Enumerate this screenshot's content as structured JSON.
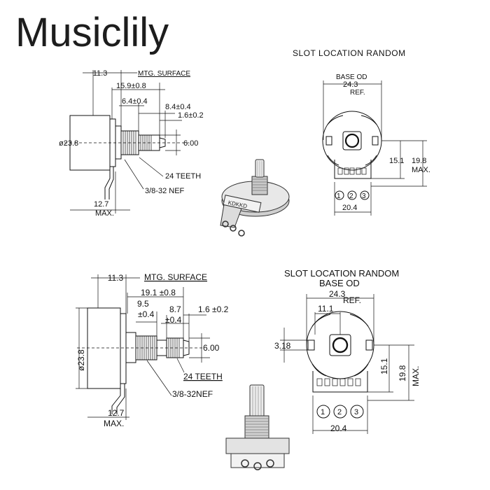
{
  "brand": "Musiclily",
  "top": {
    "slot_title": "SLOT  LOCATION  RANDOM",
    "dim_11_3": "11.3",
    "mtg_surface": "MTG. SURFACE",
    "dim_15_9": "15.9±0.8",
    "dim_6_4": "6.4±0.4",
    "dim_8_4": "8.4±0.4",
    "dim_1_6": "1.6±0.2",
    "dim_dia": "ø23.8",
    "dim_6_00": "6.00",
    "teeth": "24 TEETH",
    "thread": "3/8-32 NEF",
    "dim_12_7": "12.7",
    "max1": "MAX.",
    "base_od": "BASE OD",
    "dim_24_3": "24.3",
    "ref": "REF.",
    "dim_15_1": "15.1",
    "dim_19_8": "19.8",
    "max2": "MAX.",
    "dim_20_4": "20.4",
    "pins": [
      "1",
      "2",
      "3"
    ]
  },
  "bottom": {
    "slot_title": "SLOT LOCATION RANDOM",
    "dim_11_3": "11.3",
    "mtg_surface": "MTG. SURFACE",
    "dim_19_1": "19.1 ±0.8",
    "dim_9_5": "9.5",
    "dim_9_5_tol": "±0.4",
    "dim_8_7": "8.7",
    "dim_8_7_tol": "±0.4",
    "dim_1_6": "1.6 ±0.2",
    "dim_dia": "ø23.8",
    "dim_6_00": "6.00",
    "teeth": "24 TEETH",
    "thread": "3/8-32NEF",
    "dim_12_7": "12.7",
    "max1": "MAX.",
    "base_od": "BASE OD",
    "dim_24_3": "24.3",
    "ref": "REF.",
    "dim_11_1": "11.1",
    "dim_3_18": "3.18",
    "dim_15_1": "15.1",
    "dim_19_8": "19.8",
    "max2": "MAX.",
    "dim_20_4": "20.4",
    "pins": [
      "1",
      "2",
      "3"
    ]
  }
}
